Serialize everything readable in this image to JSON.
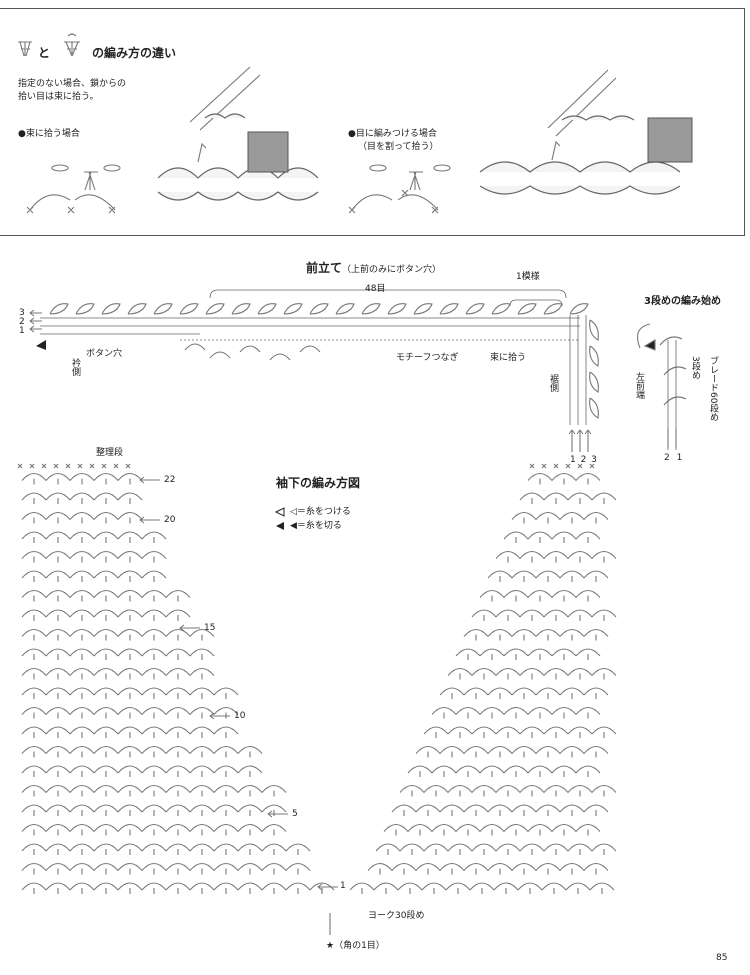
{
  "top_box": {
    "title_mid": "と",
    "title_rest": "の編み方の違い",
    "note_line1": "指定のない場合、鎖からの",
    "note_line2": "拾い目は束に拾う。",
    "case1": "●束に拾う場合",
    "case2_line1": "●目に編みつける場合",
    "case2_line2": "（目を割って拾う）"
  },
  "front_band": {
    "title": "前立て",
    "title_note": "（上前のみにボタン穴）",
    "stitch_count": "48目",
    "pattern_repeat": "1模様",
    "row_3": "3",
    "row_2": "2",
    "row_1": "1",
    "button_hole": "ボタン穴",
    "neck_side": "衿側",
    "motif_join": "モチーフつなぎ",
    "pick_bundle": "束に拾う",
    "hem_side": "裾側",
    "bottom_rows": "1 2 3"
  },
  "row3_start": {
    "title": "3段めの編み始め",
    "row3": "3段め",
    "braid": "ブレード60段め",
    "left_front_edge": "左前端",
    "bottom_rows": "2 1"
  },
  "sleeve": {
    "title": "袖下の編み方図",
    "legend_attach": "◁＝糸をつける",
    "legend_cut": "◀＝糸を切る",
    "finish_row": "整理段",
    "row_22": "22",
    "row_20": "20",
    "row_15": "15",
    "row_10": "10",
    "row_5": "5",
    "row_1": "1",
    "yoke_row": "ヨーク30段め",
    "corner_stitch": "★（角の1目）"
  },
  "page_number": "85"
}
